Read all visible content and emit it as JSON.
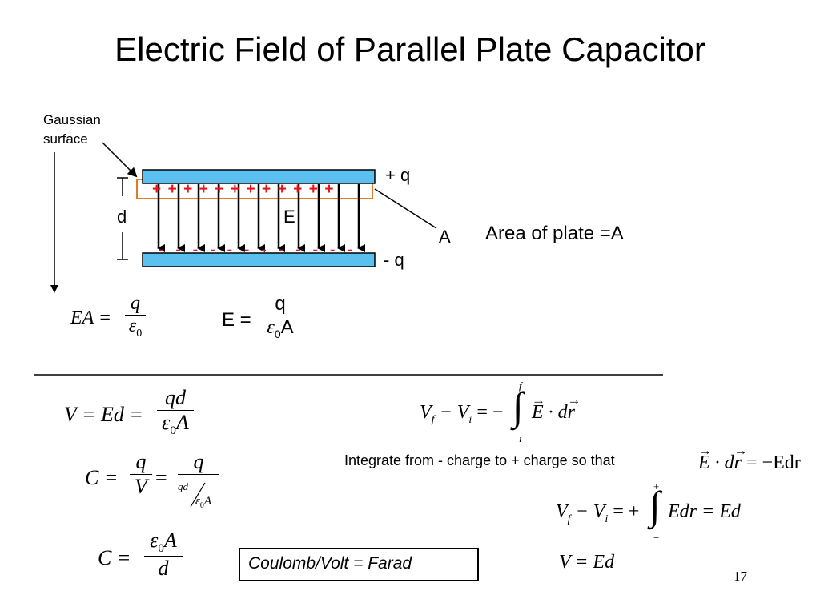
{
  "slide": {
    "title": "Electric Field of Parallel Plate Capacitor",
    "page_number": "17"
  },
  "diagram": {
    "gaussian_label_1": "Gaussian",
    "gaussian_label_2": "surface",
    "plus_q": "+ q",
    "minus_q": "- q",
    "d_label": "d",
    "e_label": "E",
    "a_label": "A",
    "area_text": "Area of plate =A",
    "plus_signs": "+ + + + + + + + + + + +",
    "minus_signs": "- - - - - - - - - - - -",
    "colors": {
      "plate": "#5bc0f0",
      "gaussian": "#e07b20",
      "charge": "#e8141a"
    }
  },
  "equations": {
    "ea_lhs": "EA =",
    "ea_num": "q",
    "ea_den_eps": "ε",
    "ea_den_sub": "0",
    "e_lhs": "E =",
    "e_num": "q",
    "e_den_eps": "ε",
    "e_den_sub": "0",
    "e_den_a": "A",
    "v_lhs": "V = Ed =",
    "v_num": "qd",
    "v_den_eps": "ε",
    "v_den_sub": "0",
    "v_den_a": "A",
    "c1_lhs": "C =",
    "c1_num1": "q",
    "c1_den1": "V",
    "c1_eq": "=",
    "c1_num2": "q",
    "c1_inner_num": "qd",
    "c1_inner_eps": "ε",
    "c1_inner_sub": "0",
    "c1_inner_a": "A",
    "c2_lhs": "C =",
    "c2_num_eps": "ε",
    "c2_num_sub": "0",
    "c2_num_a": "A",
    "c2_den": "d",
    "units_box": "Coulomb/Volt = Farad",
    "int1_lhs_v": "V",
    "int1_lhs_f": "f",
    "int1_minus": " − V",
    "int1_i": "i",
    "int1_eq": " = −",
    "int1_upper": "f",
    "int1_lower": "i",
    "int1_E": "E",
    "int1_dot": " · d",
    "int1_r": "r",
    "integrate_text": "Integrate from - charge to + charge so that",
    "edr_E": "E",
    "edr_mid": " · d",
    "edr_r": "r",
    "edr_rhs": " = −Edr",
    "int2_lhs_v": "V",
    "int2_f": "f",
    "int2_minus": " − V",
    "int2_i": "i",
    "int2_eq": " = +",
    "int2_upper": "+",
    "int2_lower": "−",
    "int2_rhs": "Edr = Ed",
    "final": "V = Ed"
  }
}
